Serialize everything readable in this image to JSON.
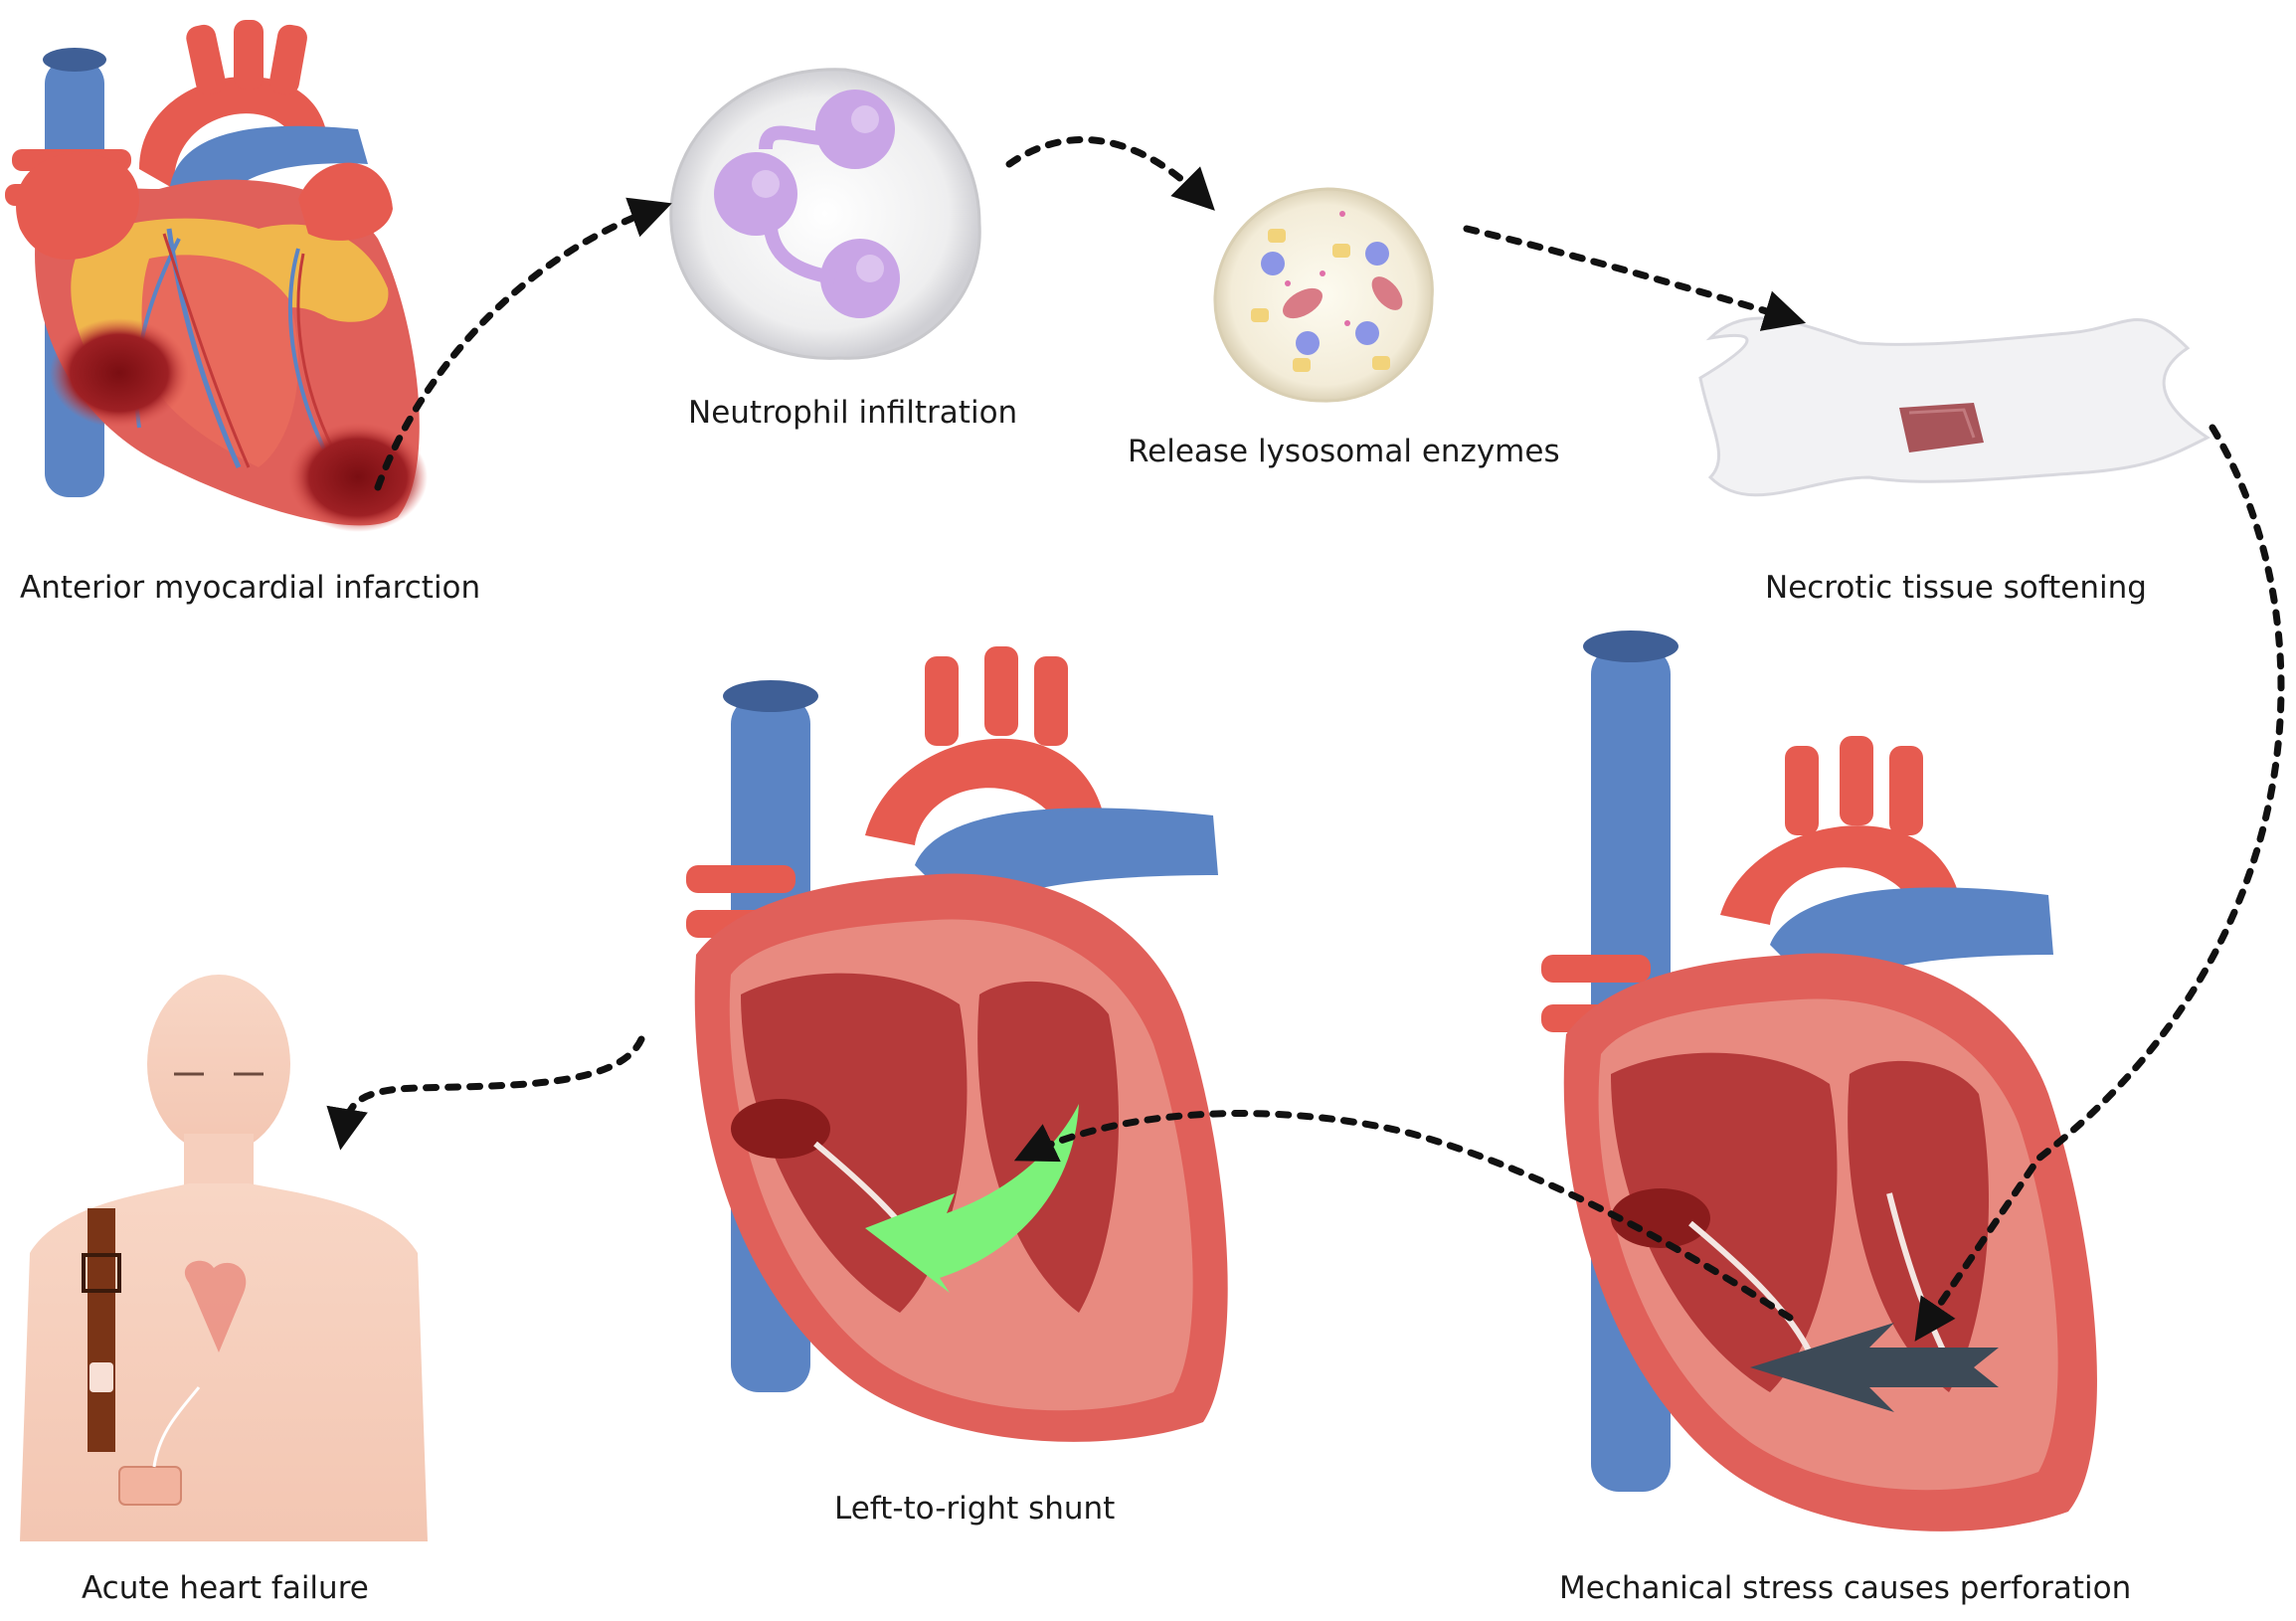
{
  "steps": {
    "anterior_mi": "Anterior myocardial infarction",
    "neutrophil": "Neutrophil infiltration",
    "lysosomal": "Release lysosomal enzymes",
    "necrotic": "Necrotic tissue softening",
    "perforation": "Mechanical stress causes perforation",
    "shunt": "Left-to-right shunt",
    "heart_failure": "Acute heart failure"
  },
  "colors": {
    "heart_red": "#e0605a",
    "heart_dark": "#b53a3a",
    "vessel_blue": "#5b84c4",
    "artery_red": "#e65b50",
    "fat_yellow": "#f2c14a",
    "infarct": "#8a1c1c",
    "neutrophil_nucleus": "#c9a5e6",
    "shunt_arrow": "#7cf27a",
    "septal_arrow": "#3d4a57",
    "skin": "#f7d4c2",
    "connector": "#111111"
  },
  "icons": [
    "heart-icon",
    "neutrophil-icon",
    "lysosome-cell-icon",
    "necrotic-tissue-icon",
    "heart-section-icon",
    "person-icon"
  ]
}
